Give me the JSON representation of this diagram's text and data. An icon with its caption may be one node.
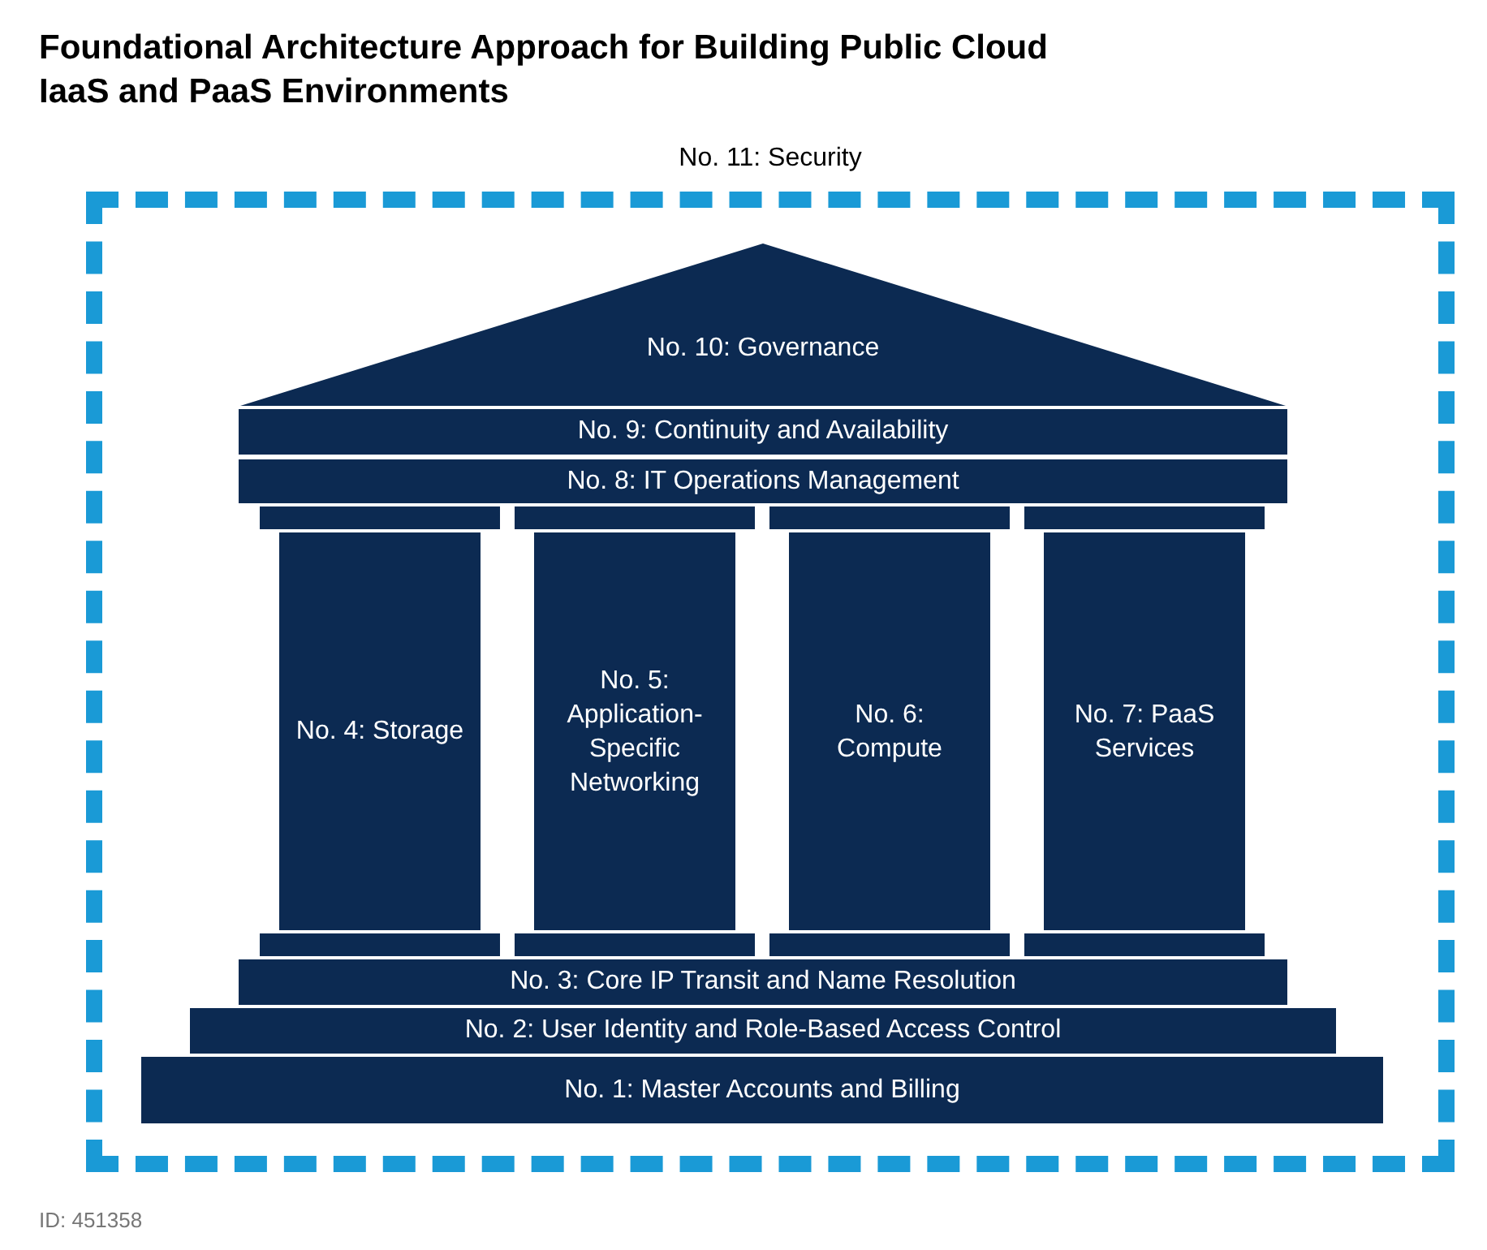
{
  "diagram": {
    "title": "Foundational Architecture Approach for Building Public Cloud IaaS and PaaS Environments",
    "nodes": [
      {
        "text": [
          "No. 11: Security"
        ]
      },
      {
        "text": [
          "No. 10: Governance"
        ],
        "in": 0
      },
      {
        "text": [
          "No. 9: Continuity and Availability"
        ],
        "in": 0
      },
      {
        "text": [
          "No. 8: IT Operations Management"
        ],
        "in": 0
      },
      {
        "text": [
          "No. 4: Storage"
        ],
        "in": 0
      },
      {
        "text": [
          "No. 5: Application-Specific Networking"
        ],
        "in": 0
      },
      {
        "text": [
          "No. 6: Compute"
        ],
        "in": 0
      },
      {
        "text": [
          "No. 7: PaaS Services"
        ],
        "in": 0
      },
      {
        "text": [],
        "shape": "bar",
        "in": 0
      },
      {
        "text": [],
        "shape": "bar",
        "in": 0
      },
      {
        "text": [],
        "shape": "bar",
        "in": 0
      },
      {
        "text": [],
        "shape": "bar",
        "in": 0
      },
      {
        "text": [],
        "shape": "bar",
        "in": 0
      },
      {
        "text": [],
        "shape": "bar",
        "in": 0
      },
      {
        "text": [],
        "shape": "bar",
        "in": 0
      },
      {
        "text": [],
        "shape": "bar",
        "in": 0
      },
      {
        "text": [
          "No. 3: Core IP Transit and Name Resolution"
        ],
        "in": 0
      },
      {
        "text": [
          "No. 2: User Identity and Role-Based Access Control"
        ],
        "in": 0
      },
      {
        "text": [
          "No. 1: Master Accounts and Billing"
        ],
        "in": 0
      }
    ],
    "edges": [],
    "labels": [
      "ID: 451358"
    ]
  }
}
